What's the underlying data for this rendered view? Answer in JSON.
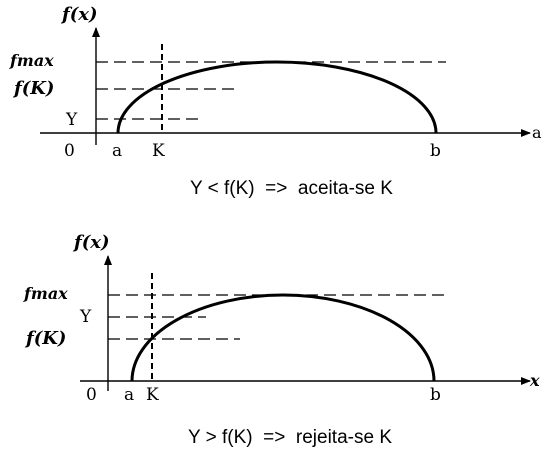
{
  "panels": [
    {
      "function_label": "f(x)",
      "ticks_y": {
        "fmax": "fmax",
        "fK": "f(K)",
        "Y": "Y"
      },
      "ticks_x": {
        "origin": "0",
        "a": "a",
        "K": "K",
        "b": "b"
      },
      "x_axis_label": "a",
      "caption": "Y < f(K)  =>  aceita-se K"
    },
    {
      "function_label": "f(x)",
      "ticks_y": {
        "fmax": "fmax",
        "Y": "Y",
        "fK": "f(K)"
      },
      "ticks_x": {
        "origin": "0",
        "a": "a",
        "K": "K",
        "b": "b"
      },
      "x_axis_label": "x",
      "caption": "Y > f(K)  =>  rejeita-se K"
    }
  ]
}
